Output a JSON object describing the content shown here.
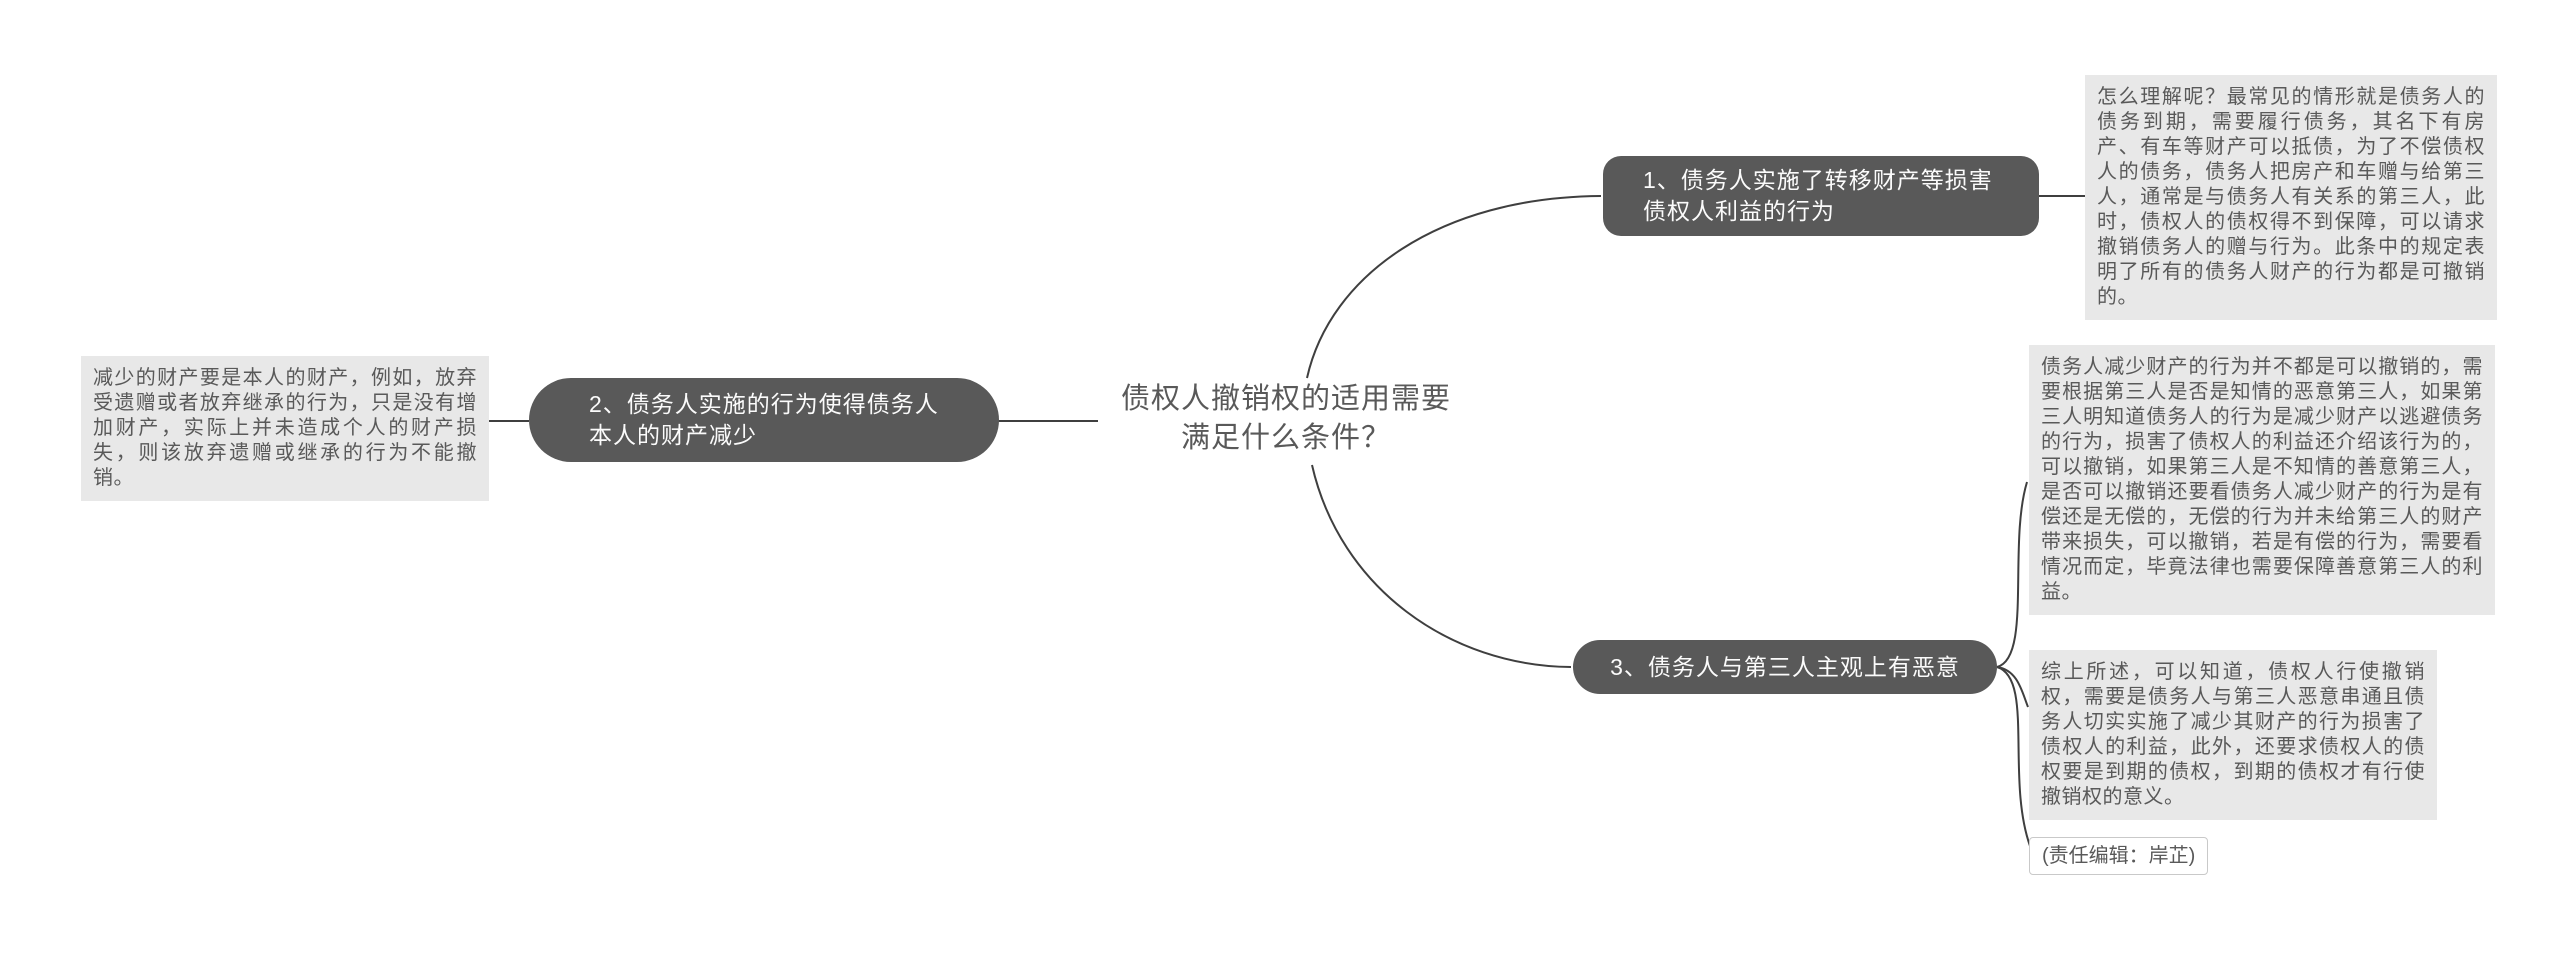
{
  "title": "债权人撤销权的适用需要满足什么条件？",
  "nodes": [
    {
      "label": "1、债务人实施了转移财产等损害债权人利益的行为"
    },
    {
      "label": "2、债务人实施的行为使得债务人本人的财产减少"
    },
    {
      "label": "3、债务人与第三人主观上有恶意"
    }
  ],
  "notes": {
    "top_right": "怎么理解呢？最常见的情形就是债务人的债务到期，需要履行债务，其名下有房产、有车等财产可以抵债，为了不偿债权人的债务，债务人把房产和车赠与给第三人，通常是与债务人有关系的第三人，此时，债权人的债权得不到保障，可以请求撤销债务人的赠与行为。此条中的规定表明了所有的债务人财产的行为都是可撤销的。",
    "left": "减少的财产要是本人的财产，例如，放弃受遗赠或者放弃继承的行为，只是没有增加财产，实际上并未造成个人的财产损失，则该放弃遗赠或继承的行为不能撤销。",
    "middle_right": "债务人减少财产的行为并不都是可以撤销的，需要根据第三人是否是知情的恶意第三人，如果第三人明知道债务人的行为是减少财产以逃避债务的行为，损害了债权人的利益还介绍该行为的，可以撤销，如果第三人是不知情的善意第三人，是否可以撤销还要看债务人减少财产的行为是有偿还是无偿的，无偿的行为并未给第三人的财产带来损失，可以撤销，若是有偿的行为，需要看情况而定，毕竟法律也需要保障善意第三人的利益。",
    "bottom_right": "综上所述，可以知道，债权人行使撤销权，需要是债务人与第三人恶意串通且债务人切实实施了减少其财产的行为损害了债权人的利益，此外，还要求债权人的债权要是到期的债权，到期的债权才有行使撤销权的意义。",
    "editor": "(责任编辑：岸芷)"
  },
  "colors": {
    "node_bg": "#595959",
    "node_text": "#fbfbfb",
    "note_bg": "#e8e8e8",
    "text": "#595959",
    "line": "#3f3f3f",
    "background": "#ffffff"
  }
}
